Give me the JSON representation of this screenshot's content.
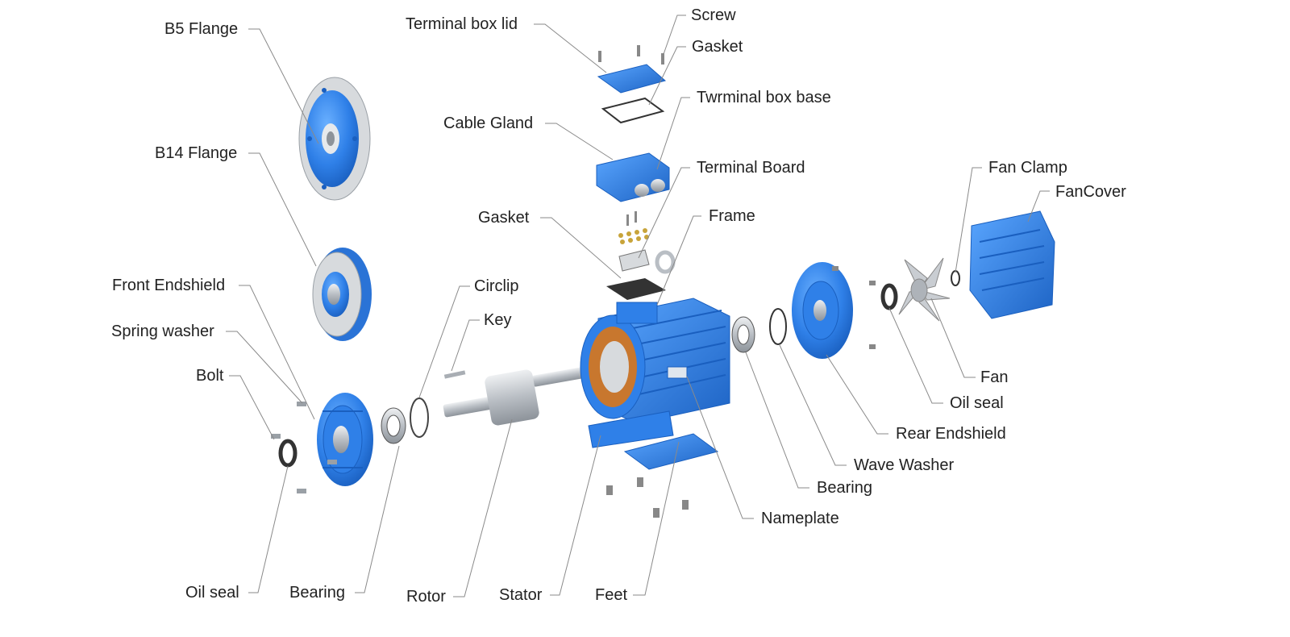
{
  "colors": {
    "accent_blue": "#2f80e8",
    "dark_blue": "#1a5fbf",
    "light_blue": "#6ab0ff",
    "steel": "#c9cdd2",
    "copper": "#c8772e",
    "leader_line": "#8a8a8a",
    "label_text": "#222222"
  },
  "labels": {
    "b5_flange": "B5 Flange",
    "b14_flange": "B14 Flange",
    "front_endshield": "Front Endshield",
    "spring_washer": "Spring washer",
    "bolt": "Bolt",
    "oil_seal_front": "Oil seal",
    "bearing_front": "Bearing",
    "rotor": "Rotor",
    "stator": "Stator",
    "feet": "Feet",
    "terminal_box_lid": "Terminal box lid",
    "screw": "Screw",
    "gasket_top": "Gasket",
    "terminal_box_base": "Twrminal box base",
    "cable_gland": "Cable Gland",
    "terminal_board": "Terminal Board",
    "gasket_board": "Gasket",
    "frame": "Frame",
    "circlip": "Circlip",
    "key": "Key",
    "fan_clamp": "Fan Clamp",
    "fan_cover": "FanCover",
    "fan": "Fan",
    "oil_seal_rear": "Oil seal",
    "rear_endshield": "Rear Endshield",
    "wave_washer": "Wave Washer",
    "bearing_rear": "Bearing",
    "nameplate": "Nameplate"
  }
}
